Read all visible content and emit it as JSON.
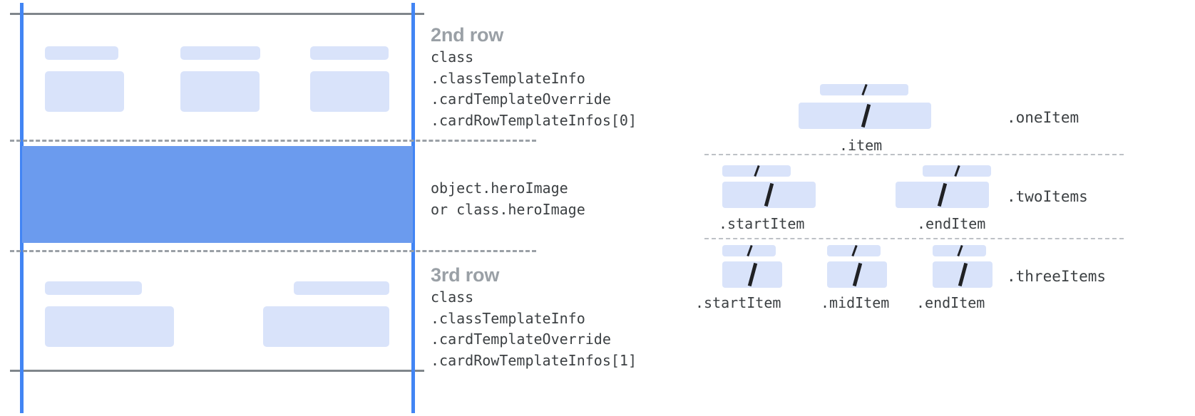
{
  "card_diagram": {
    "rows": [
      {
        "id": "second-row",
        "title": "2nd row",
        "code_lines": [
          "class",
          ".classTemplateInfo",
          ".cardTemplateOverride",
          ".cardRowTemplateInfos[0]"
        ],
        "columns": 3
      },
      {
        "id": "hero-image",
        "title": "",
        "code_lines": [
          "object.heroImage",
          "or class.heroImage"
        ],
        "columns": 0
      },
      {
        "id": "third-row",
        "title": "3rd row",
        "code_lines": [
          "class",
          ".classTemplateInfo",
          ".cardTemplateOverride",
          ".cardRowTemplateInfos[1]"
        ],
        "columns": 2
      }
    ]
  },
  "item_diagram": {
    "groups": [
      {
        "id": "one-item",
        "label": ".oneItem",
        "captions": [
          ".item"
        ],
        "items": 1
      },
      {
        "id": "two-items",
        "label": ".twoItems",
        "captions": [
          ".startItem",
          ".endItem"
        ],
        "items": 2
      },
      {
        "id": "three-items",
        "label": ".threeItems",
        "captions": [
          ".startItem",
          ".midItem",
          ".endItem"
        ],
        "items": 3
      }
    ]
  },
  "colors": {
    "placeholder": "#d9e3fa",
    "hero": "#6b9bee",
    "guide_blue": "#4285f4",
    "rule_gray": "#80868b",
    "dash_gray": "#9aa0a6",
    "dot_gray": "#bdc1c6",
    "title_gray": "#9aa0a6",
    "code_text": "#3c4043"
  }
}
